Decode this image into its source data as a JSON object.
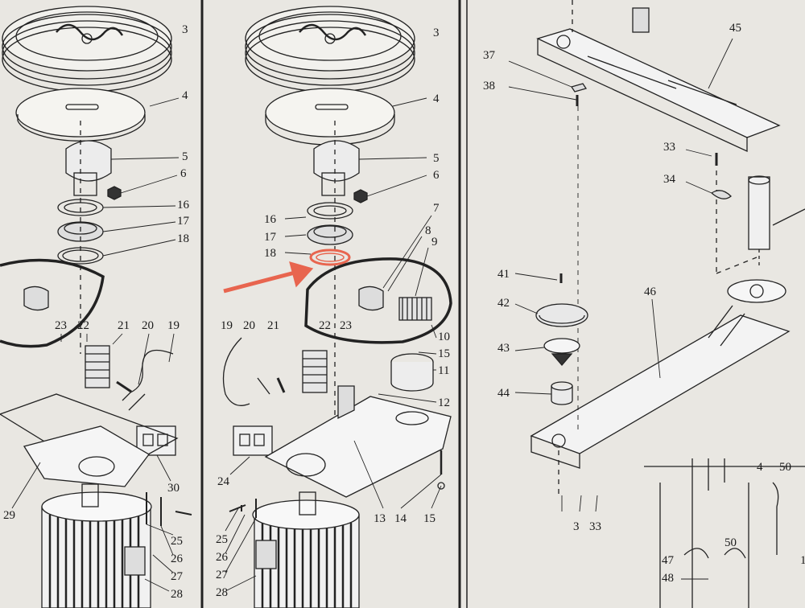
{
  "colors": {
    "paper": "#e9e7e2",
    "ink": "#1f1f1f",
    "highlight": "#e8654f"
  },
  "left_panel": {
    "callouts": [
      "3",
      "4",
      "5",
      "6",
      "16",
      "17",
      "18",
      "23",
      "22",
      "21",
      "20",
      "19",
      "29",
      "30",
      "25",
      "26",
      "27",
      "28"
    ]
  },
  "middle_panel": {
    "callouts": [
      "3",
      "4",
      "5",
      "6",
      "7",
      "8",
      "9",
      "16",
      "17",
      "18",
      "10",
      "15",
      "11",
      "12",
      "19",
      "20",
      "21",
      "22",
      "23",
      "24",
      "13",
      "14",
      "15",
      "25",
      "26",
      "27",
      "28"
    ],
    "highlighted_part": "18"
  },
  "right_panel": {
    "callouts": [
      "45",
      "37",
      "38",
      "33",
      "34",
      "41",
      "42",
      "43",
      "44",
      "46",
      "47",
      "48",
      "4",
      "50",
      "3",
      "33",
      "1",
      "50"
    ]
  }
}
